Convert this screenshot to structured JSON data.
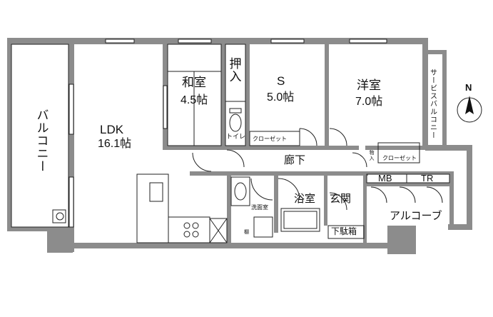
{
  "plan": {
    "rooms": {
      "balcony_left": "バルコニー",
      "ldk_name": "LDK",
      "ldk_area": "16.1帖",
      "washitsu_name": "和室",
      "washitsu_area": "4.5帖",
      "oshiire": "押入",
      "s_name": "S",
      "s_area": "5.0帖",
      "youshitsu_name": "洋室",
      "youshitsu_area": "7.0帖",
      "service_balcony": "サービスバルコニー",
      "toilet": "トイレ",
      "closet_s": "クローゼット",
      "closet_yo": "クローゼット",
      "monoire": "物入",
      "corridor": "廊下",
      "washroom": "洗面室",
      "bathroom": "浴室",
      "genkan": "玄関",
      "shoebox": "下駄箱",
      "mb": "MB",
      "tr": "TR",
      "alcove": "アルコーブ",
      "washer": "棚"
    },
    "compass": "N",
    "colors": {
      "wall": "#8c8c8c",
      "line": "#222222",
      "window": "#ffffff"
    }
  }
}
